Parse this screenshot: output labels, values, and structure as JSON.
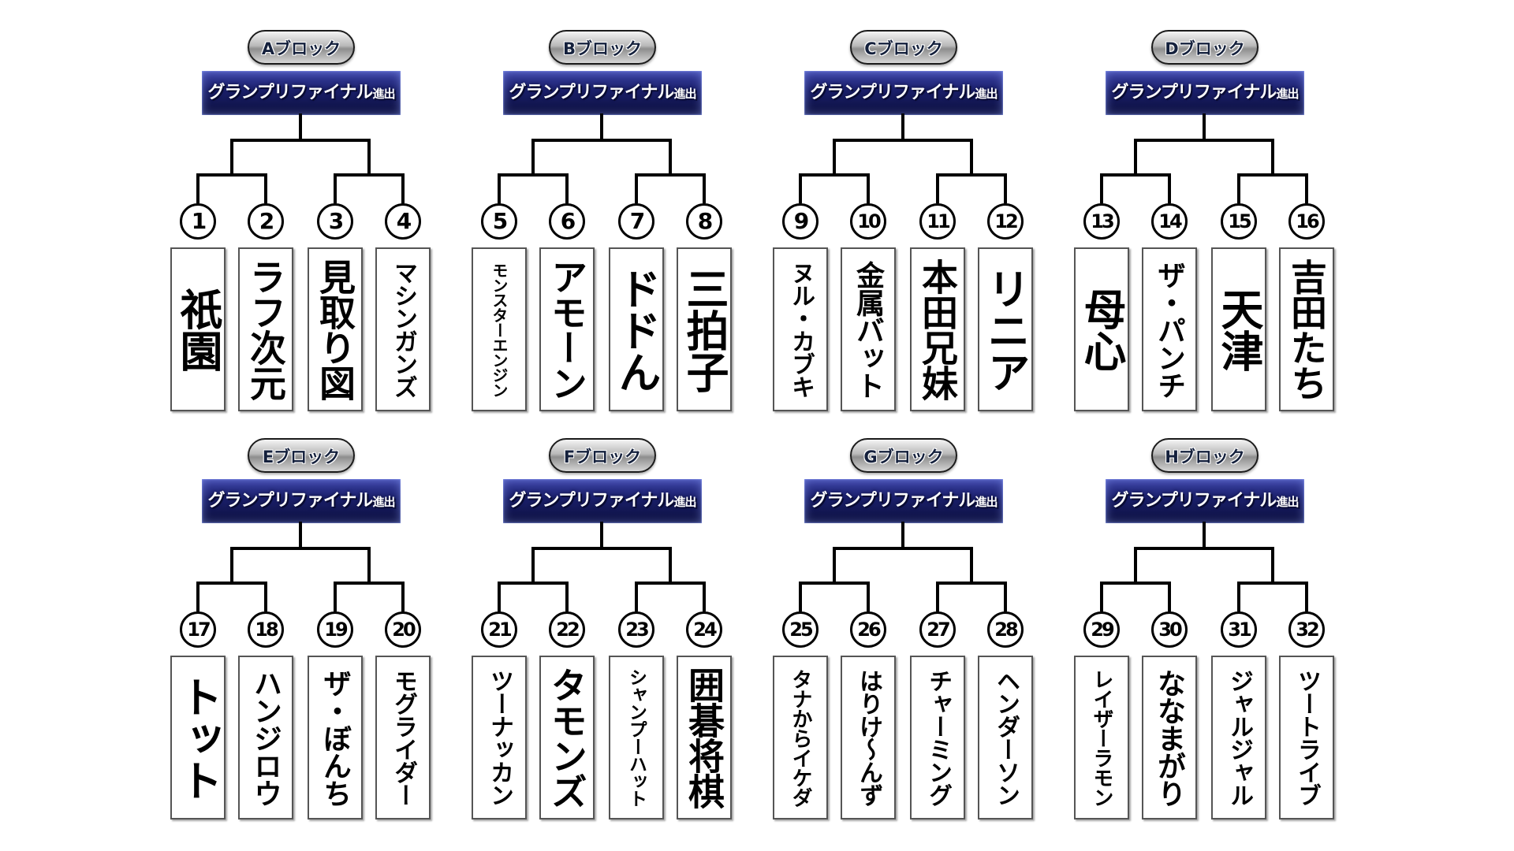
{
  "banner_text": "グランプリファイナル",
  "banner_small": "進出",
  "blocks": [
    {
      "label": "Aブロック",
      "entries": [
        {
          "num": "1",
          "name": "祇園"
        },
        {
          "num": "2",
          "name": "ラフ次元"
        },
        {
          "num": "3",
          "name": "見取り図"
        },
        {
          "num": "4",
          "name": "マシンガンズ"
        }
      ]
    },
    {
      "label": "Bブロック",
      "entries": [
        {
          "num": "5",
          "name": "モンスターエンジン"
        },
        {
          "num": "6",
          "name": "アモーン"
        },
        {
          "num": "7",
          "name": "ドドん"
        },
        {
          "num": "8",
          "name": "三拍子"
        }
      ]
    },
    {
      "label": "Cブロック",
      "entries": [
        {
          "num": "9",
          "name": "ヌル・カブキ"
        },
        {
          "num": "10",
          "name": "金属バット"
        },
        {
          "num": "11",
          "name": "本田兄妹"
        },
        {
          "num": "12",
          "name": "リニア"
        }
      ]
    },
    {
      "label": "Dブロック",
      "entries": [
        {
          "num": "13",
          "name": "母心"
        },
        {
          "num": "14",
          "name": "ザ・パンチ"
        },
        {
          "num": "15",
          "name": "天津"
        },
        {
          "num": "16",
          "name": "吉田たち"
        }
      ]
    },
    {
      "label": "Eブロック",
      "entries": [
        {
          "num": "17",
          "name": "トット"
        },
        {
          "num": "18",
          "name": "ハンジロウ"
        },
        {
          "num": "19",
          "name": "ザ・ぼんち"
        },
        {
          "num": "20",
          "name": "モグライダー"
        }
      ]
    },
    {
      "label": "Fブロック",
      "entries": [
        {
          "num": "21",
          "name": "ツーナッカン"
        },
        {
          "num": "22",
          "name": "タモンズ"
        },
        {
          "num": "23",
          "name": "シャンプーハット"
        },
        {
          "num": "24",
          "name": "囲碁将棋"
        }
      ]
    },
    {
      "label": "Gブロック",
      "entries": [
        {
          "num": "25",
          "name": "タナからイケダ"
        },
        {
          "num": "26",
          "name": "はりけ〜んず"
        },
        {
          "num": "27",
          "name": "チャーミング"
        },
        {
          "num": "28",
          "name": "ヘンダーソン"
        }
      ]
    },
    {
      "label": "Hブロック",
      "entries": [
        {
          "num": "29",
          "name": "レイザーラモン"
        },
        {
          "num": "30",
          "name": "ななまがり"
        },
        {
          "num": "31",
          "name": "ジャルジャル"
        },
        {
          "num": "32",
          "name": "ツートライブ"
        }
      ]
    }
  ]
}
